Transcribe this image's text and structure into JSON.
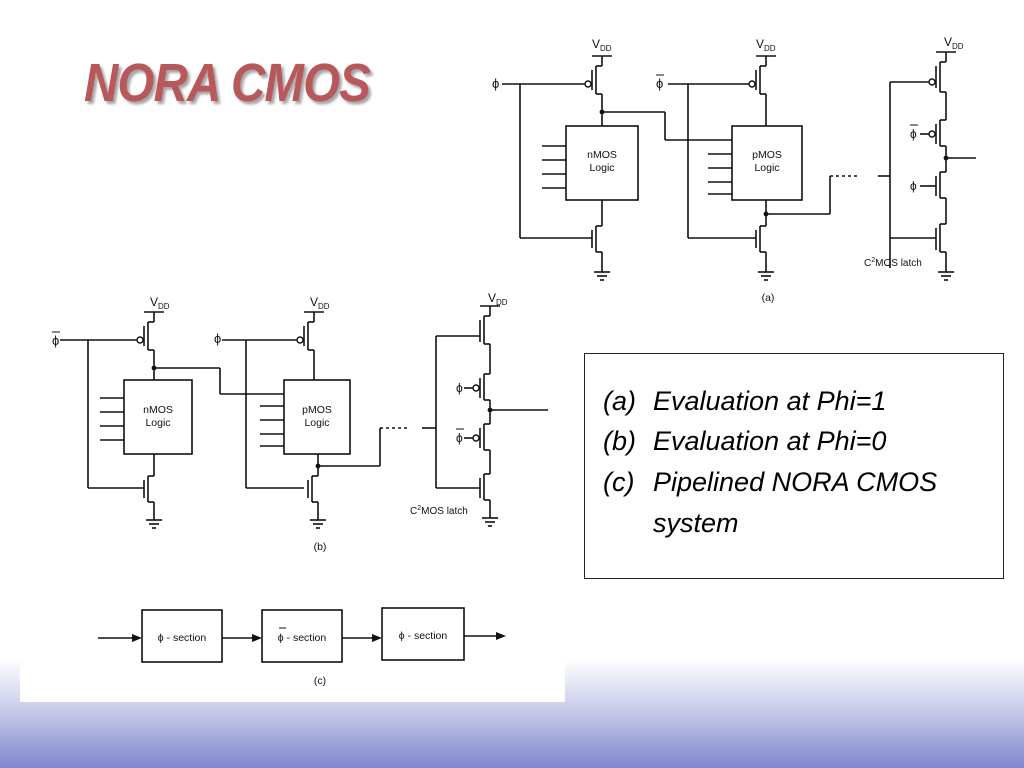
{
  "slide": {
    "title": "NORA CMOS"
  },
  "figure_a": {
    "vdd1": "V",
    "vdd1_sub": "DD",
    "vdd2": "V",
    "vdd2_sub": "DD",
    "vdd3": "V",
    "vdd3_sub": "DD",
    "phi_in": "ϕ",
    "phibar_in": "ϕ",
    "nmos_line1": "nMOS",
    "nmos_line2": "Logic",
    "pmos_line1": "pMOS",
    "pmos_line2": "Logic",
    "latch_phibar": "ϕ",
    "latch_phi": "ϕ",
    "latch_label_c": "C",
    "latch_label_sup": "2",
    "latch_label_rest": "MOS latch",
    "caption": "(a)"
  },
  "figure_b": {
    "vdd1": "V",
    "vdd1_sub": "DD",
    "vdd2": "V",
    "vdd2_sub": "DD",
    "vdd3": "V",
    "vdd3_sub": "DD",
    "phibar_in": "ϕ",
    "phi_in": "ϕ",
    "nmos_line1": "nMOS",
    "nmos_line2": "Logic",
    "pmos_line1": "pMOS",
    "pmos_line2": "Logic",
    "latch_phi": "ϕ",
    "latch_phibar": "ϕ",
    "latch_label_c": "C",
    "latch_label_sup": "2",
    "latch_label_rest": "MOS latch",
    "caption": "(b)"
  },
  "figure_c": {
    "section1": "ϕ - section",
    "section2": "ϕ - section",
    "section3": "ϕ - section",
    "caption": "(c)"
  },
  "captions": [
    {
      "label": "(a)",
      "text": "Evaluation at Phi=1"
    },
    {
      "label": "(b)",
      "text": "Evaluation at Phi=0"
    },
    {
      "label": "(c)",
      "text": "Pipelined NORA CMOS",
      "continuation": "system"
    }
  ],
  "colors": {
    "title": "#b9585a",
    "gradient_end": "#7f87cc"
  }
}
